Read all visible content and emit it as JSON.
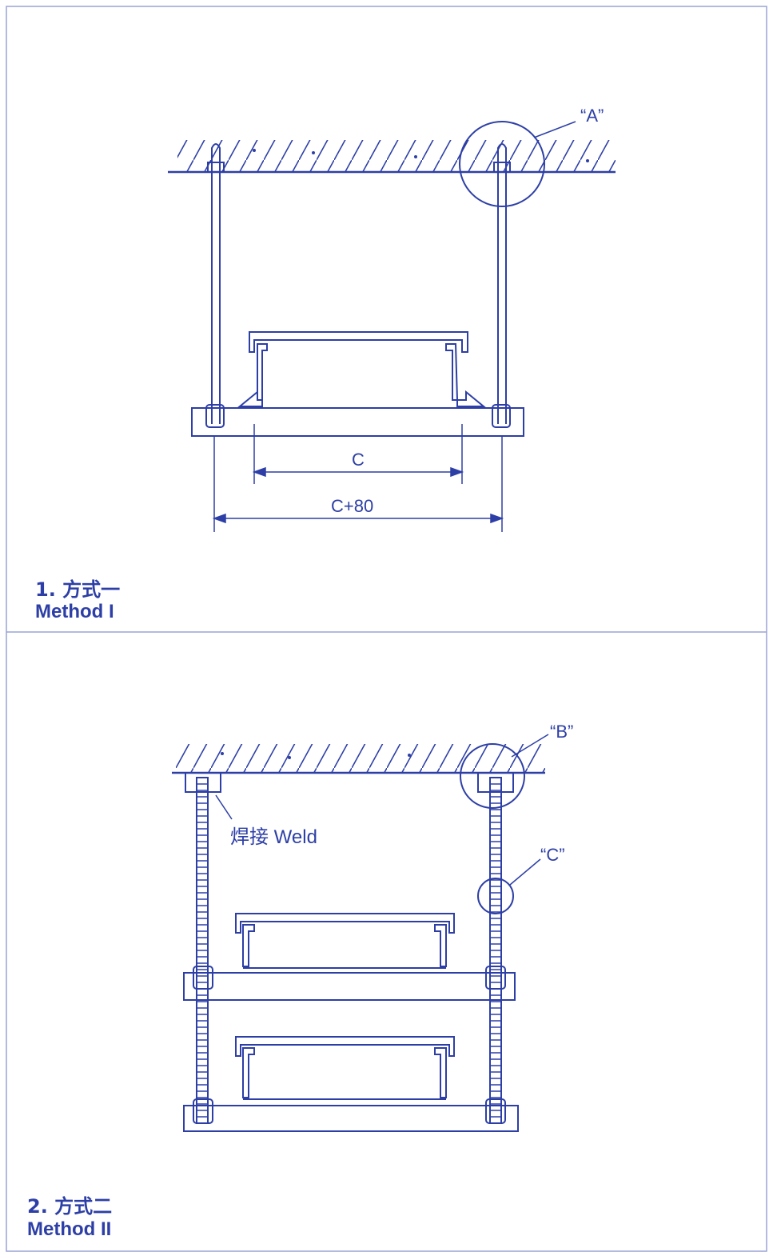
{
  "colors": {
    "ink": "#2d3fa6",
    "frame": "#9aa3d6",
    "paper": "#ffffff"
  },
  "method1": {
    "caption_cn": "1. 方式一",
    "caption_en": "Method I",
    "detail_label": "“A”",
    "dim_inner": "C",
    "dim_outer": "C+80"
  },
  "method2": {
    "caption_cn": "2. 方式二",
    "caption_en": "Method II",
    "detail_label_b": "“B”",
    "detail_label_c": "“C”",
    "weld_label": "焊接 Weld"
  }
}
